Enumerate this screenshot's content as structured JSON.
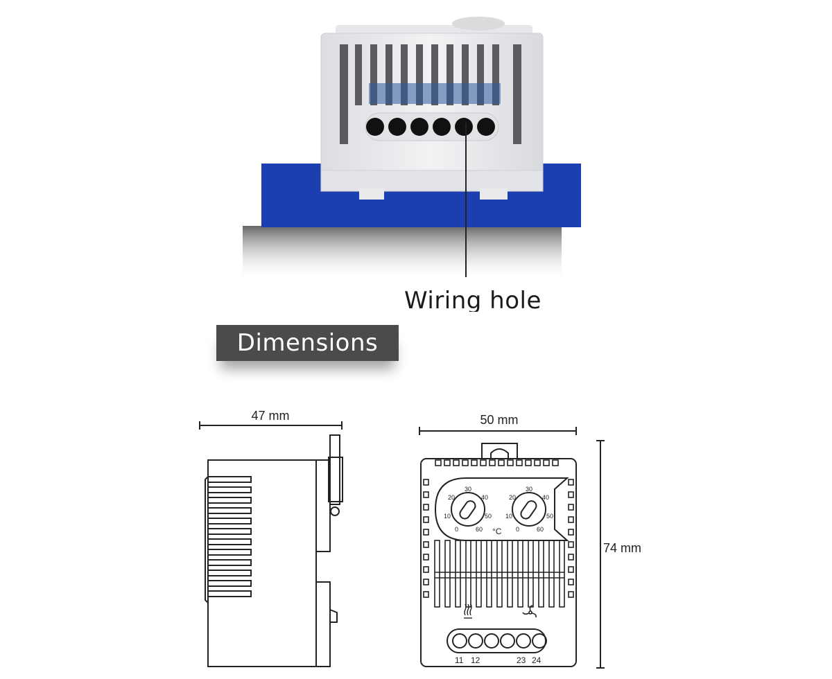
{
  "callout": {
    "label": "Wiring hole"
  },
  "section": {
    "title": "Dimensions"
  },
  "dimensions": {
    "side_width": "47 mm",
    "front_width": "50 mm",
    "height": "74 mm"
  },
  "dials": {
    "scale": [
      "0",
      "10",
      "20",
      "30",
      "40",
      "50",
      "60"
    ],
    "unit": "°C"
  },
  "terminals": [
    "11",
    "12",
    "23",
    "24"
  ],
  "colors": {
    "mount_rail": "#1b3fb0",
    "banner": "#4b4b4b",
    "housing": "#e9eaec"
  }
}
